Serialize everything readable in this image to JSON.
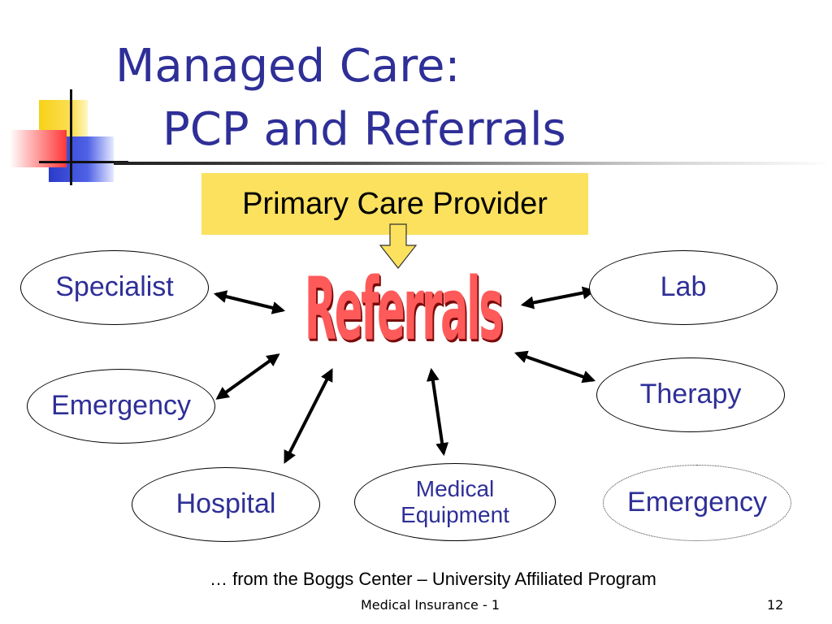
{
  "title": {
    "line1": "Managed Care:",
    "line2": "PCP and Referrals",
    "color": "#2e2f97"
  },
  "primary_box": {
    "label": "Primary Care Provider",
    "fill": "#fbe15e"
  },
  "center": {
    "label": "Referrals",
    "color": "#ff5a5a"
  },
  "nodes": {
    "specialist": "Specialist",
    "lab": "Lab",
    "emergency_left": "Emergency",
    "therapy": "Therapy",
    "hospital": "Hospital",
    "medical_equipment_line1": "Medical",
    "medical_equipment_line2": "Equipment",
    "emergency_right": "Emergency"
  },
  "credit": "… from the Boggs Center – University Affiliated Program",
  "footer": {
    "center": "Medical Insurance - 1",
    "page": "12"
  },
  "icons": {
    "logo": "block-logo-icon",
    "down_arrow": "down-arrow-icon",
    "double_arrow": "double-headed-arrow-icon"
  }
}
